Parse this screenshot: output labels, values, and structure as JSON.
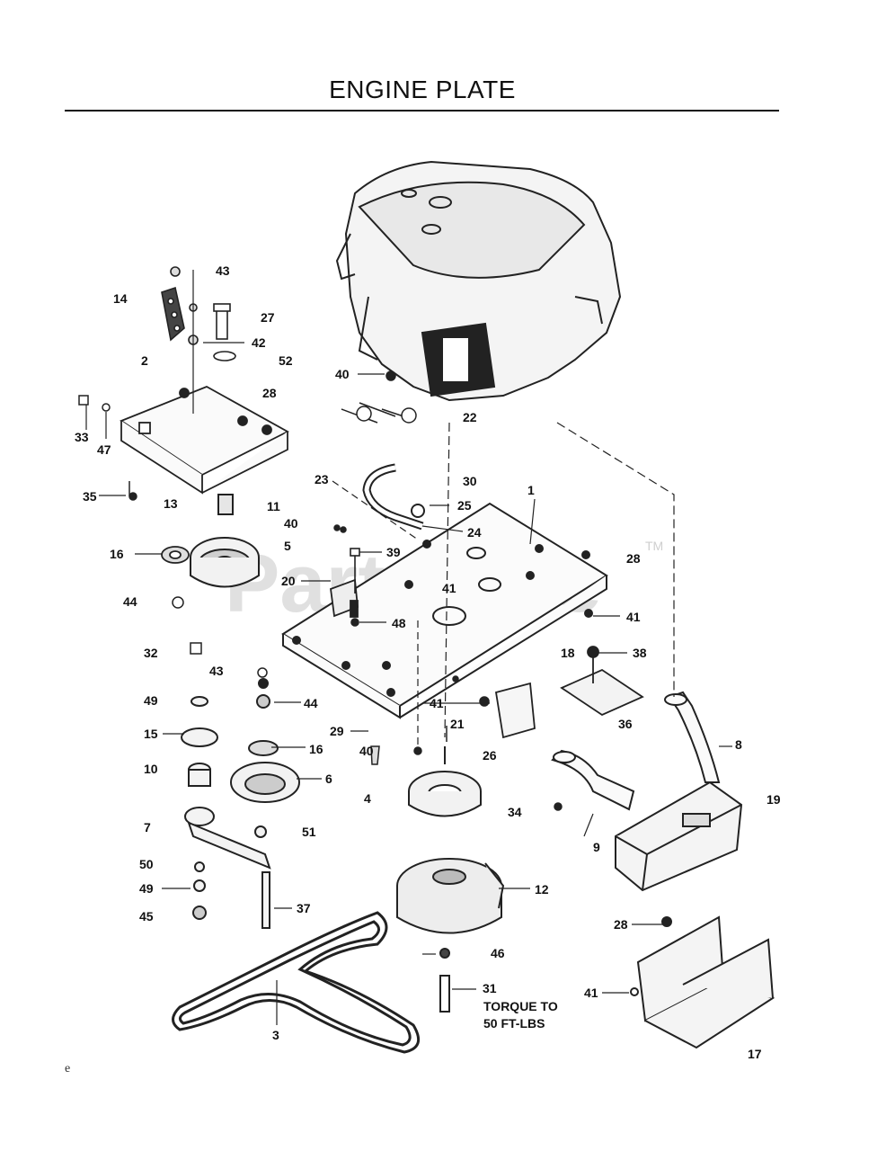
{
  "title": "ENGINE PLATE",
  "watermark": {
    "text": "PartsTree",
    "tm": "TM"
  },
  "callouts": [
    {
      "key": "c43a",
      "label": "43"
    },
    {
      "key": "c14",
      "label": "14"
    },
    {
      "key": "c27",
      "label": "27"
    },
    {
      "key": "c42",
      "label": "42"
    },
    {
      "key": "c52",
      "label": "52"
    },
    {
      "key": "c2",
      "label": "2"
    },
    {
      "key": "c28a",
      "label": "28"
    },
    {
      "key": "c33",
      "label": "33"
    },
    {
      "key": "c47",
      "label": "47"
    },
    {
      "key": "c23",
      "label": "23"
    },
    {
      "key": "c35",
      "label": "35"
    },
    {
      "key": "c13",
      "label": "13"
    },
    {
      "key": "c11",
      "label": "11"
    },
    {
      "key": "c40a",
      "label": "40"
    },
    {
      "key": "c5",
      "label": "5"
    },
    {
      "key": "c16a",
      "label": "16"
    },
    {
      "key": "c44a",
      "label": "44"
    },
    {
      "key": "c40b",
      "label": "40"
    },
    {
      "key": "c22",
      "label": "22"
    },
    {
      "key": "c30",
      "label": "30"
    },
    {
      "key": "c25",
      "label": "25"
    },
    {
      "key": "c1",
      "label": "1"
    },
    {
      "key": "c24",
      "label": "24"
    },
    {
      "key": "c39",
      "label": "39"
    },
    {
      "key": "c28b",
      "label": "28"
    },
    {
      "key": "c20",
      "label": "20"
    },
    {
      "key": "c41a",
      "label": "41"
    },
    {
      "key": "c41b",
      "label": "41"
    },
    {
      "key": "c48",
      "label": "48"
    },
    {
      "key": "c32",
      "label": "32"
    },
    {
      "key": "c43b",
      "label": "43"
    },
    {
      "key": "c18",
      "label": "18"
    },
    {
      "key": "c38",
      "label": "38"
    },
    {
      "key": "c49a",
      "label": "49"
    },
    {
      "key": "c44b",
      "label": "44"
    },
    {
      "key": "c41c",
      "label": "41"
    },
    {
      "key": "c15",
      "label": "15"
    },
    {
      "key": "c29",
      "label": "29"
    },
    {
      "key": "c40c",
      "label": "40"
    },
    {
      "key": "c21",
      "label": "21"
    },
    {
      "key": "c16b",
      "label": "16"
    },
    {
      "key": "c36",
      "label": "36"
    },
    {
      "key": "c26",
      "label": "26"
    },
    {
      "key": "c8",
      "label": "8"
    },
    {
      "key": "c10",
      "label": "10"
    },
    {
      "key": "c6",
      "label": "6"
    },
    {
      "key": "c4",
      "label": "4"
    },
    {
      "key": "c34",
      "label": "34"
    },
    {
      "key": "c19",
      "label": "19"
    },
    {
      "key": "c7",
      "label": "7"
    },
    {
      "key": "c51",
      "label": "51"
    },
    {
      "key": "c9",
      "label": "9"
    },
    {
      "key": "c50",
      "label": "50"
    },
    {
      "key": "c49b",
      "label": "49"
    },
    {
      "key": "c12",
      "label": "12"
    },
    {
      "key": "c45",
      "label": "45"
    },
    {
      "key": "c37",
      "label": "37"
    },
    {
      "key": "c28c",
      "label": "28"
    },
    {
      "key": "c46",
      "label": "46"
    },
    {
      "key": "c31",
      "label": "31"
    },
    {
      "key": "c41d",
      "label": "41"
    },
    {
      "key": "c3",
      "label": "3"
    },
    {
      "key": "c17",
      "label": "17"
    }
  ],
  "torque_note": {
    "line1": "TORQUE TO",
    "line2": "50 FT-LBS"
  },
  "footer_mark": "e"
}
